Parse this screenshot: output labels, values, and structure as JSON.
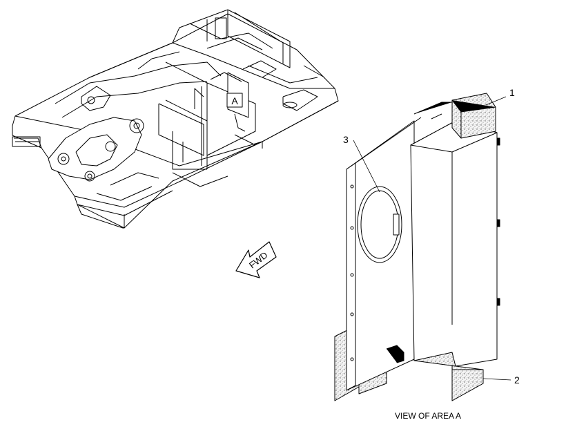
{
  "diagram": {
    "callouts": [
      {
        "id": "1",
        "text": "1"
      },
      {
        "id": "2",
        "text": "2"
      },
      {
        "id": "3",
        "text": "3"
      }
    ],
    "area_marker": "A",
    "direction_label": "FWD",
    "view_caption": "VIEW OF AREA A"
  }
}
